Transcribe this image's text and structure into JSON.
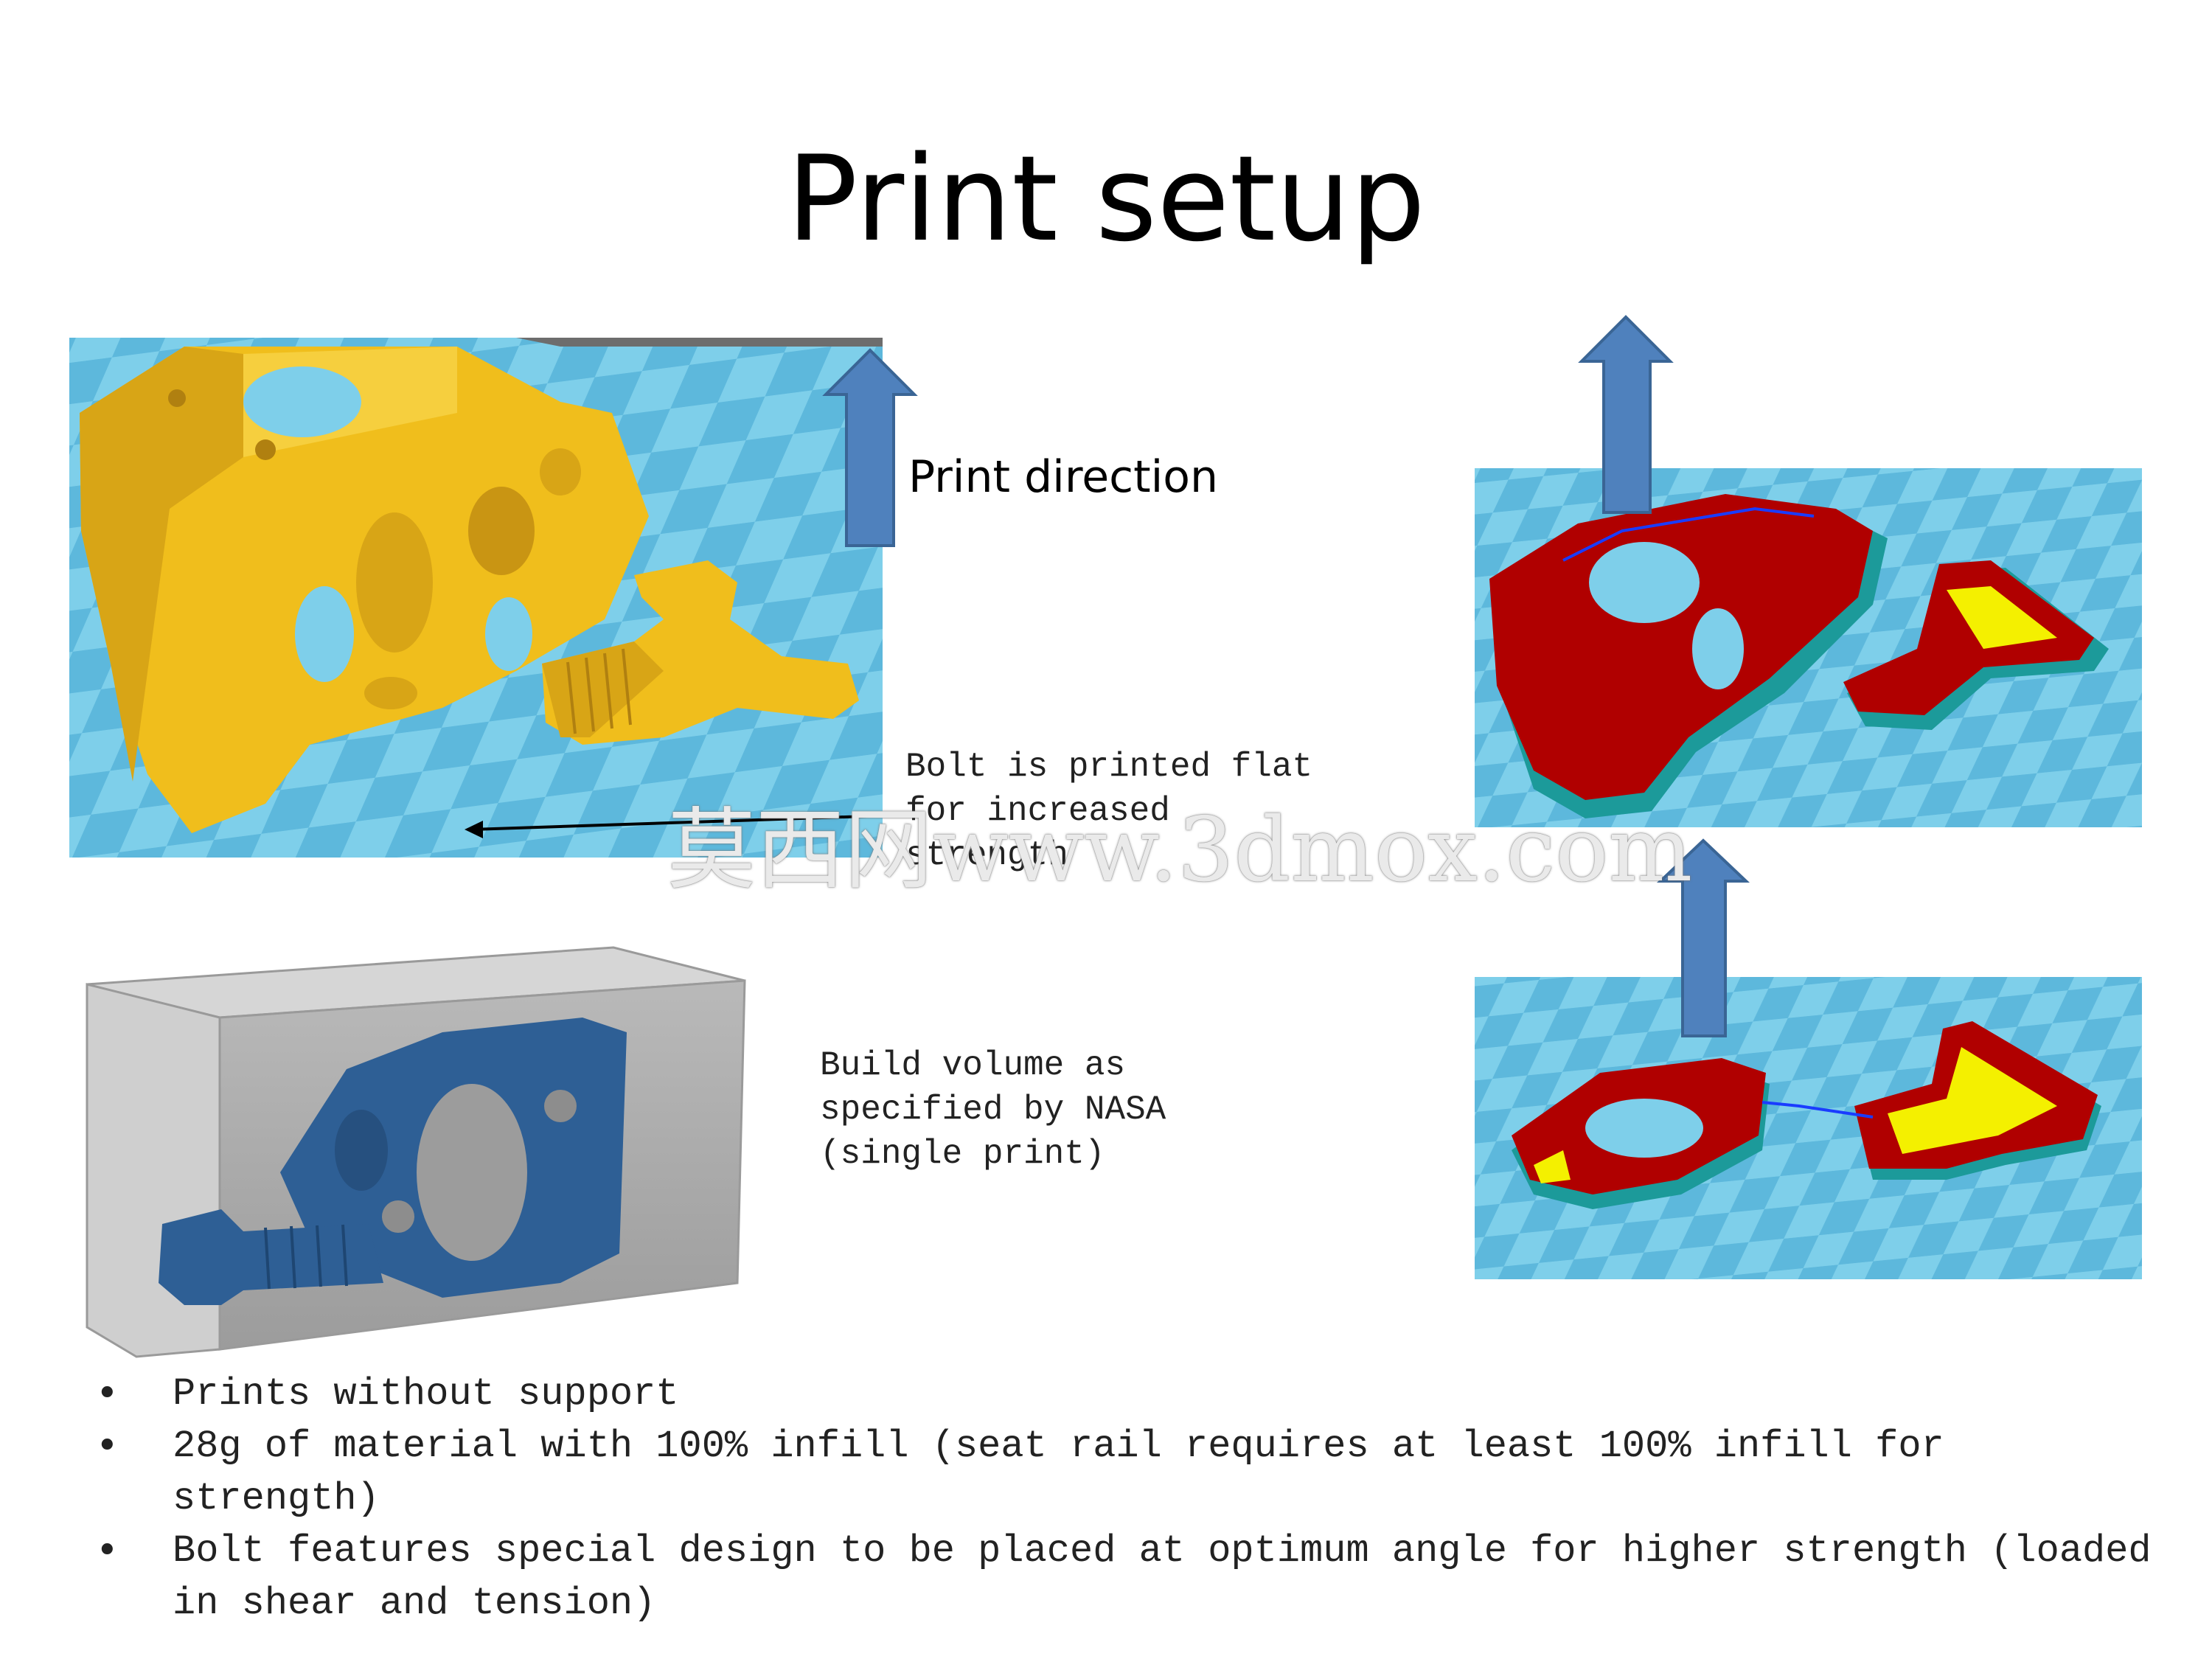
{
  "slide": {
    "title": "Print setup",
    "print_direction_label": "Print direction",
    "bolt_note": "Bolt is printed flat for increased strength",
    "build_volume_note": "Build volume as specified by NASA (single print)",
    "bullets": [
      "Prints without support",
      "28g of material with 100% infill (seat rail requires at least 100% infill for strength)",
      "Bolt features special design to be placed at optimum angle for higher strength (loaded in shear and tension)"
    ],
    "watermark": "莫西网www.3dmox.com"
  },
  "colors": {
    "part_yellow": "#f0be1c",
    "part_blue": "#2e5f95",
    "arrow_blue": "#4f81bd",
    "slice_red": "#b00000",
    "bed_blue": "#72c9e6"
  }
}
